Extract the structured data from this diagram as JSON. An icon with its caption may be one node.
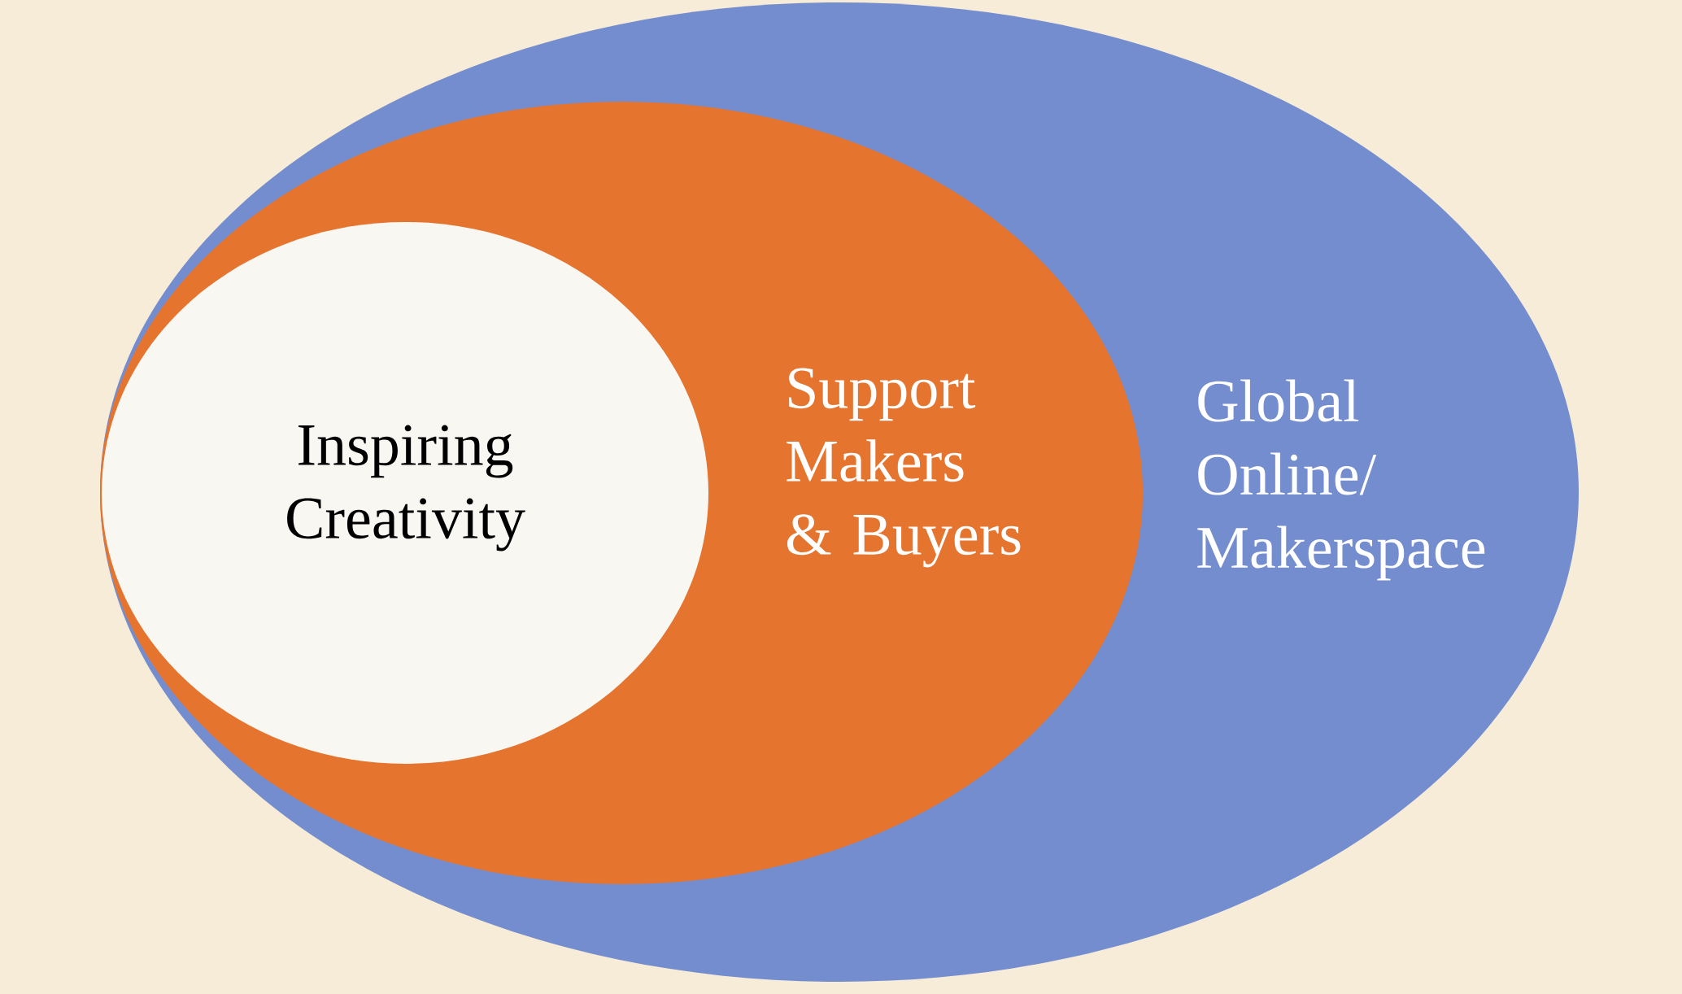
{
  "diagram": {
    "nodes": [
      {
        "text": [
          "Global Online/ Makerspace"
        ]
      },
      {
        "text": [
          "Support Makers & Buyers"
        ],
        "in": 0
      },
      {
        "text": [
          "Inspiring Creativity"
        ],
        "in": 1
      }
    ]
  }
}
